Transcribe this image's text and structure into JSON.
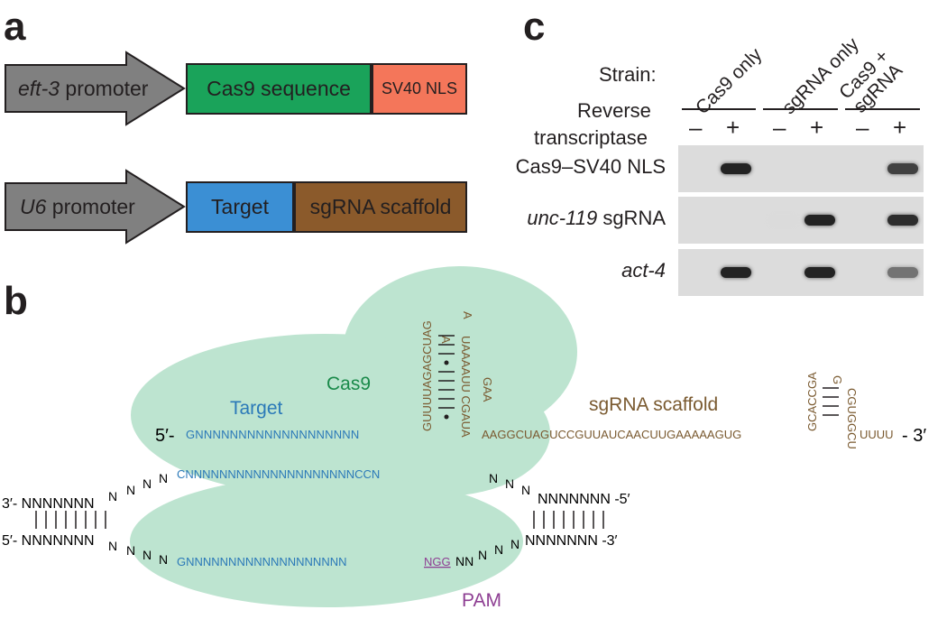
{
  "panels": {
    "a": "a",
    "b": "b",
    "c": "c"
  },
  "panel_a": {
    "construct1": {
      "promoter_italic": "eft-3",
      "promoter_rest": " promoter",
      "cas9": "Cas9 sequence",
      "nls": "SV40 NLS"
    },
    "construct2": {
      "promoter_italic": "U6",
      "promoter_rest": " promoter",
      "target": "Target",
      "scaffold": "sgRNA scaffold"
    },
    "colors": {
      "promoter": "#808080",
      "cas9": "#1aa35a",
      "nls": "#f4765a",
      "target": "#3b8fd4",
      "scaffold": "#8b5a2b"
    }
  },
  "panel_b": {
    "cas9_label": "Cas9",
    "target_label": "Target",
    "scaffold_label": "sgRNA scaffold",
    "pam_label": "PAM",
    "five_prime": "5′-",
    "three_prime_end": "- 3′",
    "target_seq": "GNNNNNNNNNNNNNNNNNNN",
    "scaffold_seq": "AAGGCUAGUCCGUUAUCAACUUGAAAAAGUG",
    "tail_seq": "UUUU",
    "stem1_left": "GUUUUAGAGCUAG",
    "stem1_loop_a": "A",
    "stem1_right": "UAAAAUU CGAUA",
    "stem1_loop_b": "A",
    "stem1_extra": "GAA",
    "stem2_left": "GCACCGA",
    "stem2_loop": "G",
    "stem2_right": "CGUGGCU",
    "dna_top_left": "3′- NNNNNNN",
    "dna_top_mid": "CNNNNNNNNNNNNNNNNNNNNCCN",
    "dna_top_right": "NNNNNNN -5′",
    "dna_bot_left": "5′- NNNNNNN",
    "dna_bot_mid": "GNNNNNNNNNNNNNNNNNNN",
    "dna_bot_pam": "NGG",
    "dna_bot_right": "NNNNNNN -3′",
    "colors": {
      "cas9_blob": "#bde4d0",
      "target": "#2b79b8",
      "scaffold": "#7a5a30",
      "pam": "#8e3f93",
      "cas9_text": "#1a8a4a"
    }
  },
  "panel_c": {
    "strain_label": "Strain:",
    "strains": [
      "Cas9 only",
      "sgRNA only",
      "Cas9 +\nsgRNA"
    ],
    "rt_label_1": "Reverse",
    "rt_label_2": "transcriptase",
    "signs": [
      "–",
      "+",
      "–",
      "+",
      "–",
      "+"
    ],
    "rows": [
      {
        "label": "Cas9–SV40 NLS",
        "italic": false,
        "bands": [
          0,
          1,
          0,
          0,
          0,
          0.85
        ]
      },
      {
        "label_italic": "unc-119",
        "label_rest": " sgRNA",
        "italic": true,
        "bands": [
          0,
          0,
          0.08,
          1,
          0,
          0.95
        ]
      },
      {
        "label": "act-4",
        "italic": true,
        "bands": [
          0,
          1,
          0,
          1,
          0,
          0.6
        ]
      }
    ]
  }
}
